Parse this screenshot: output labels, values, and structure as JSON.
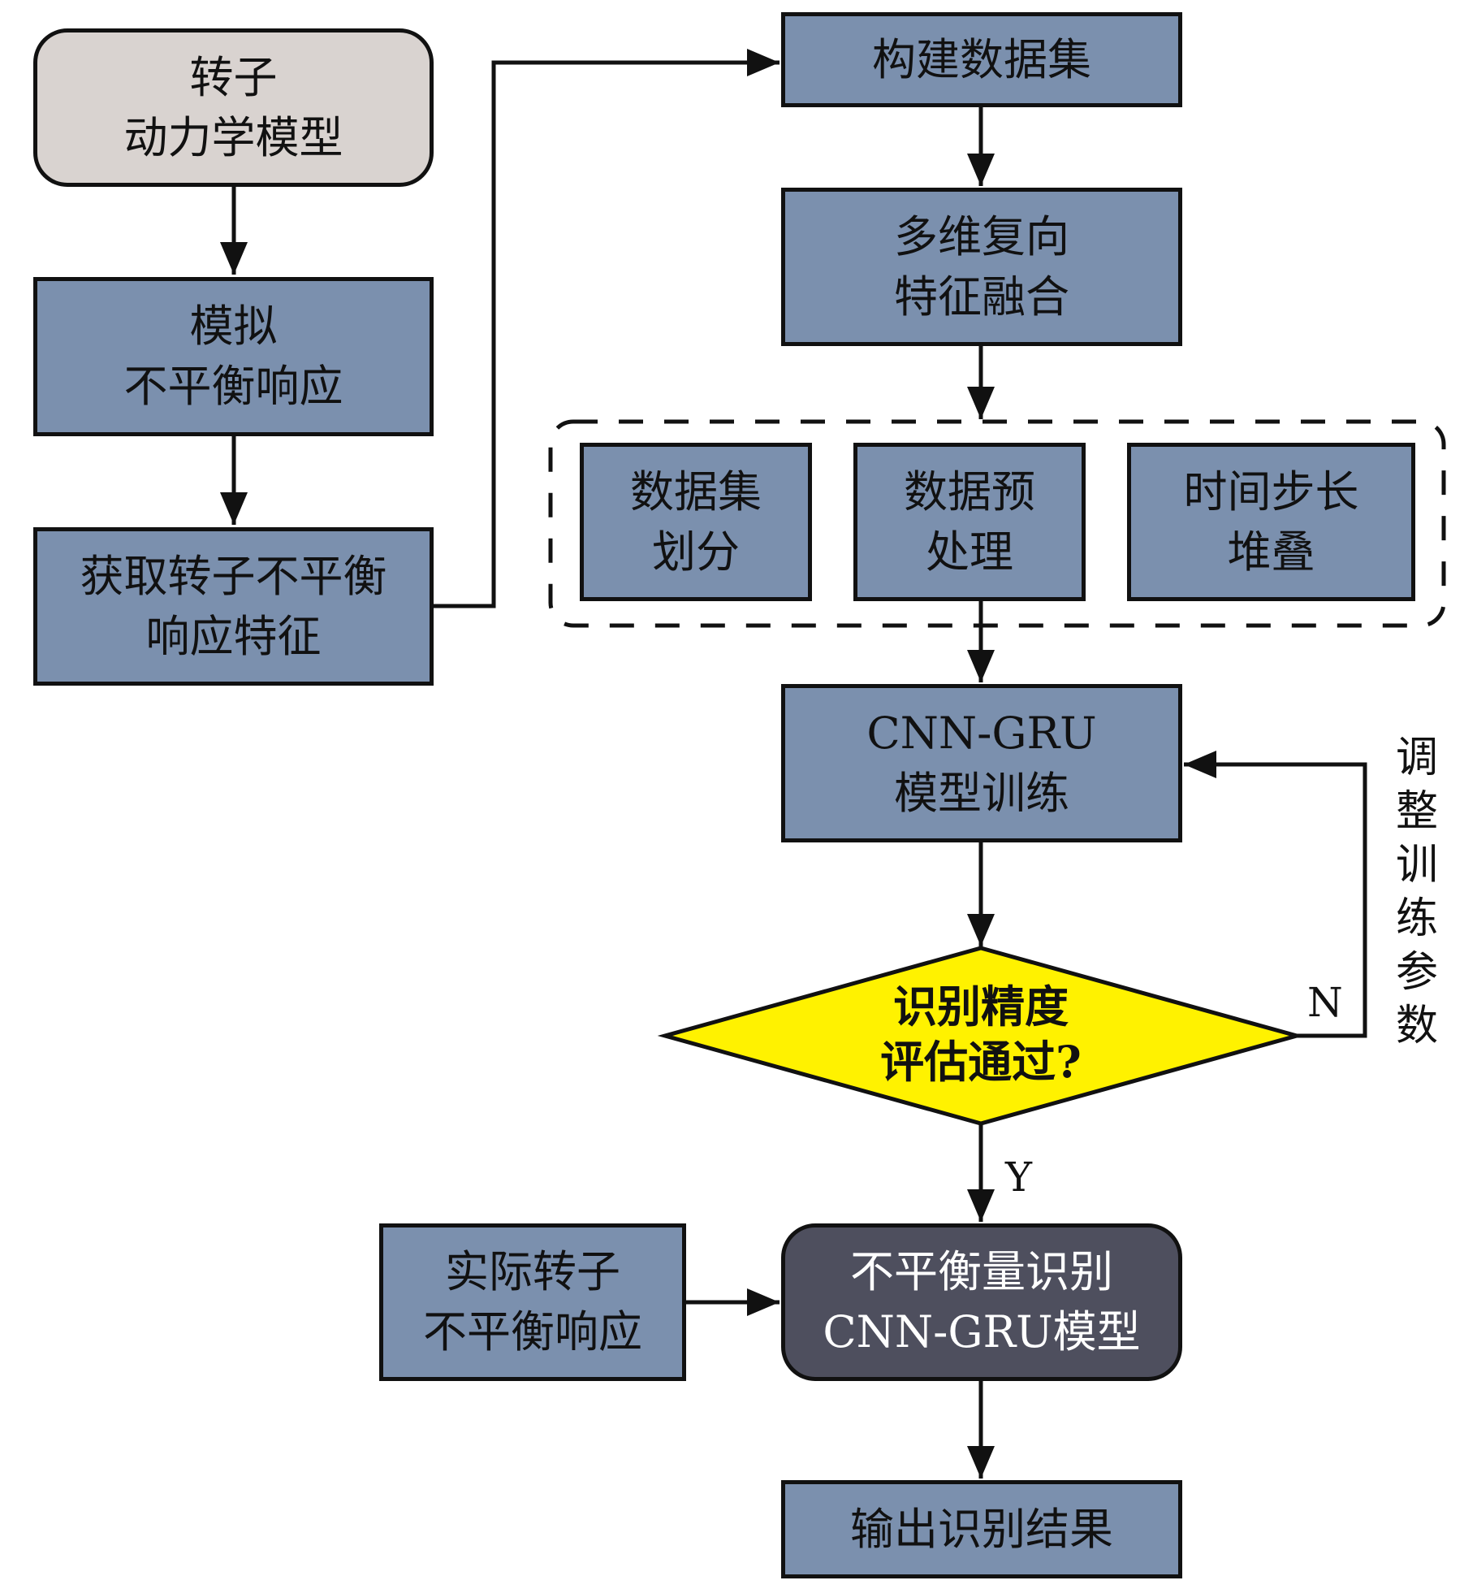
{
  "nodes": {
    "rotor_model": {
      "line1": "转子",
      "line2": "动力学模型"
    },
    "simulate": {
      "line1": "模拟",
      "line2": "不平衡响应"
    },
    "extract": {
      "line1": "获取转子不平衡",
      "line2": "响应特征"
    },
    "build_dataset": {
      "line1": "构建数据集"
    },
    "fusion": {
      "line1": "多维复向",
      "line2": "特征融合"
    },
    "split": {
      "line1": "数据集",
      "line2": "划分"
    },
    "preprocess": {
      "line1": "数据预",
      "line2": "处理"
    },
    "stack": {
      "line1": "时间步长",
      "line2": "堆叠"
    },
    "train": {
      "line1": "CNN-GRU",
      "line2": "模型训练"
    },
    "decision": {
      "line1": "识别精度",
      "line2": "评估通过?"
    },
    "actual": {
      "line1": "实际转子",
      "line2": "不平衡响应"
    },
    "model": {
      "line1": "不平衡量识别",
      "line2": "CNN-GRU模型"
    },
    "output": {
      "line1": "输出识别结果"
    }
  },
  "labels": {
    "no": "N",
    "yes": "Y",
    "feedback": [
      "调",
      "整",
      "训",
      "练",
      "参",
      "数"
    ]
  },
  "colors": {
    "box_blue": "#7b90ae",
    "box_gray": "#d9d3d0",
    "box_dark": "#4e4f5e",
    "decision_yellow": "#fff200"
  }
}
